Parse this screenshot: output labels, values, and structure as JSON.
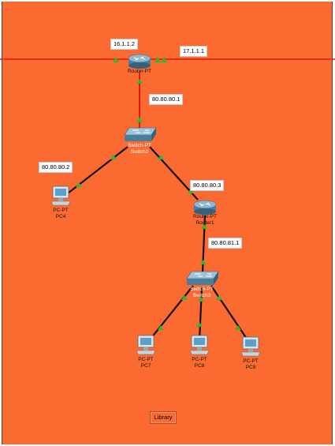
{
  "colors": {
    "background": "#fb6a30",
    "link_black": "#111111",
    "link_red": "#e01818",
    "port_green": "#2db92d"
  },
  "devices": {
    "router0": {
      "type": "Router-PT",
      "name": "Router-PT"
    },
    "switch2": {
      "type": "Switch-PT",
      "name": "Switch2"
    },
    "router1": {
      "type": "Router-PT",
      "name": "Router1"
    },
    "switch3": {
      "type": "Switch-PT",
      "name": "Switch3"
    },
    "pc4": {
      "type": "PC-PT",
      "name": "PC4"
    },
    "pc7": {
      "type": "PC-PT",
      "name": "PC7"
    },
    "pc8": {
      "type": "PC-PT",
      "name": "PC8"
    },
    "pc9": {
      "type": "PC-PT",
      "name": "PC9"
    }
  },
  "ip_labels": {
    "router0_left": "16.1.1.2",
    "router0_right": "17.1.1.1",
    "router0_down": "80.80.80.1",
    "pc4": "80.80.80.2",
    "router1_up": "80.80.80.3",
    "router1_down": "80.80.81.1"
  },
  "bottom_button": "Library"
}
